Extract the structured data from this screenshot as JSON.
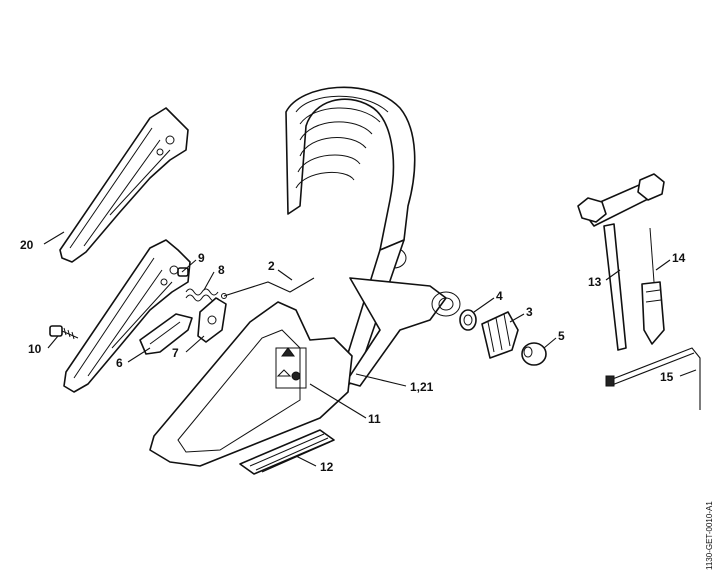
{
  "drawing_ref": "1130-GET-0010-A1",
  "callouts": [
    {
      "id": "c20",
      "text": "20"
    },
    {
      "id": "c9",
      "text": "9"
    },
    {
      "id": "c8",
      "text": "8"
    },
    {
      "id": "c2",
      "text": "2"
    },
    {
      "id": "c10",
      "text": "10"
    },
    {
      "id": "c6",
      "text": "6"
    },
    {
      "id": "c7",
      "text": "7"
    },
    {
      "id": "c4",
      "text": "4"
    },
    {
      "id": "c3",
      "text": "3"
    },
    {
      "id": "c5",
      "text": "5"
    },
    {
      "id": "c121",
      "text": "1,21"
    },
    {
      "id": "c11",
      "text": "11"
    },
    {
      "id": "c12",
      "text": "12"
    },
    {
      "id": "c13",
      "text": "13"
    },
    {
      "id": "c14",
      "text": "14"
    },
    {
      "id": "c15",
      "text": "15"
    }
  ]
}
